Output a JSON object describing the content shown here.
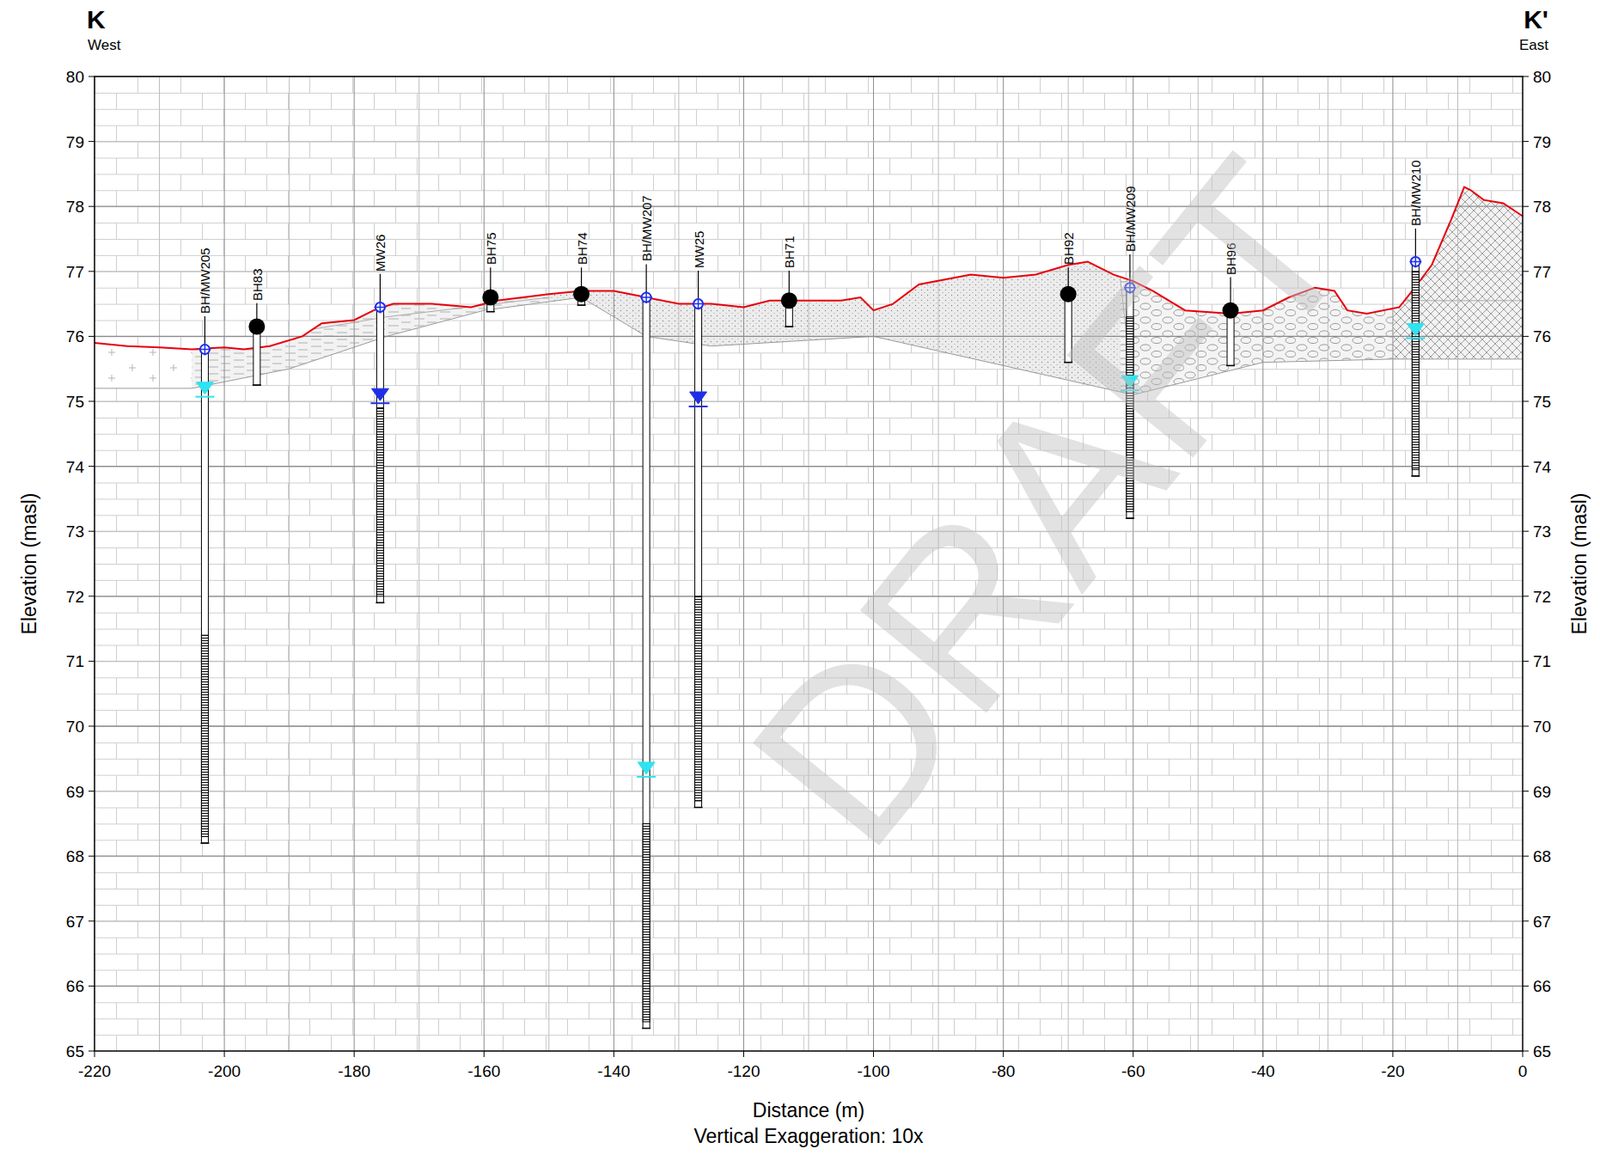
{
  "diagram": {
    "labels": [
      "K",
      "West",
      "K'",
      "East",
      "80",
      "79",
      "78",
      "77",
      "76",
      "75",
      "74",
      "73",
      "72",
      "71",
      "70",
      "69",
      "68",
      "67",
      "66",
      "65",
      "80",
      "79",
      "78",
      "77",
      "76",
      "75",
      "74",
      "73",
      "72",
      "71",
      "70",
      "69",
      "68",
      "67",
      "66",
      "65",
      "-220",
      "-200",
      "-180",
      "-160",
      "-140",
      "-120",
      "-100",
      "-80",
      "-60",
      "-40",
      "-20",
      "0",
      "Elevation (masl)",
      "Elevation (masl)",
      "Distance (m)",
      "Vertical Exaggeration: 10x",
      "BH/MW205",
      "BH83",
      "MW26",
      "BH75",
      "BH74",
      "BH/MW207",
      "MW25",
      "BH71",
      "BH92",
      "BH/MW209",
      "BH96",
      "BH/MW210",
      "DRAFT"
    ]
  }
}
